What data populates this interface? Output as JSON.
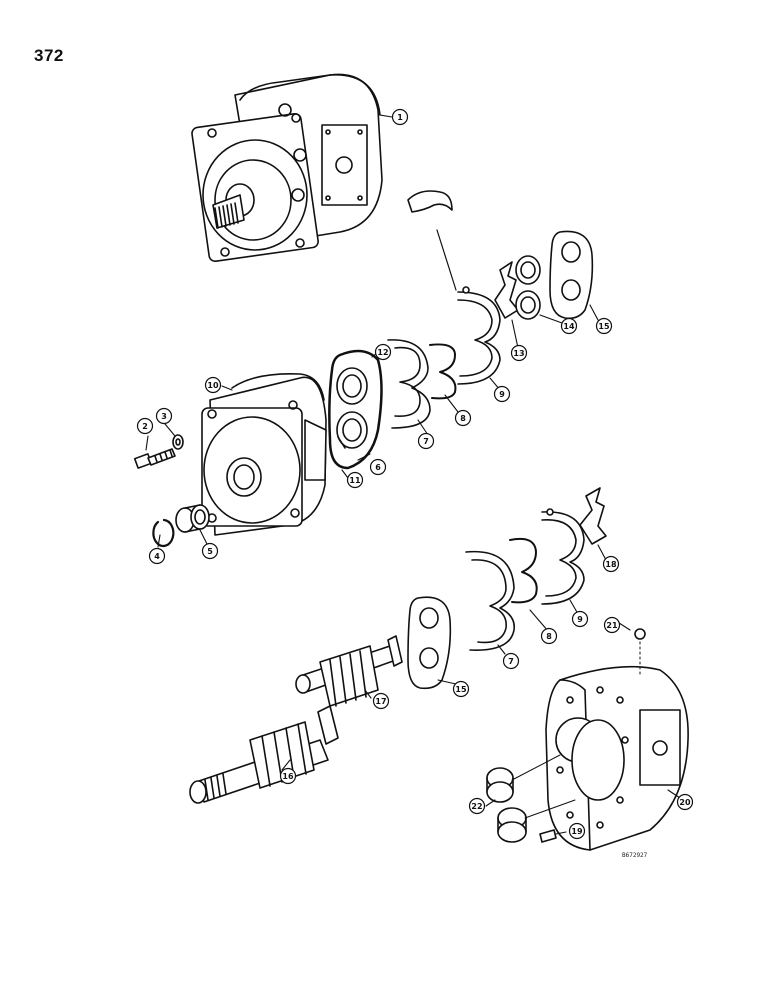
{
  "page_number": "372",
  "drawing_code": "B672927",
  "callouts": [
    {
      "id": "c1",
      "label": "1"
    },
    {
      "id": "c2",
      "label": "2"
    },
    {
      "id": "c3",
      "label": "3"
    },
    {
      "id": "c4",
      "label": "4"
    },
    {
      "id": "c5",
      "label": "5"
    },
    {
      "id": "c6",
      "label": "6"
    },
    {
      "id": "c7a",
      "label": "7"
    },
    {
      "id": "c7b",
      "label": "7"
    },
    {
      "id": "c8a",
      "label": "8"
    },
    {
      "id": "c8b",
      "label": "8"
    },
    {
      "id": "c9a",
      "label": "9"
    },
    {
      "id": "c9b",
      "label": "9"
    },
    {
      "id": "c10",
      "label": "10"
    },
    {
      "id": "c11",
      "label": "11"
    },
    {
      "id": "c12",
      "label": "12"
    },
    {
      "id": "c13",
      "label": "13"
    },
    {
      "id": "c14",
      "label": "14"
    },
    {
      "id": "c15a",
      "label": "15"
    },
    {
      "id": "c15b",
      "label": "15"
    },
    {
      "id": "c16",
      "label": "16"
    },
    {
      "id": "c17",
      "label": "17"
    },
    {
      "id": "c18",
      "label": "18"
    },
    {
      "id": "c19",
      "label": "19"
    },
    {
      "id": "c20",
      "label": "20"
    },
    {
      "id": "c21",
      "label": "21"
    },
    {
      "id": "c22",
      "label": "22"
    }
  ]
}
